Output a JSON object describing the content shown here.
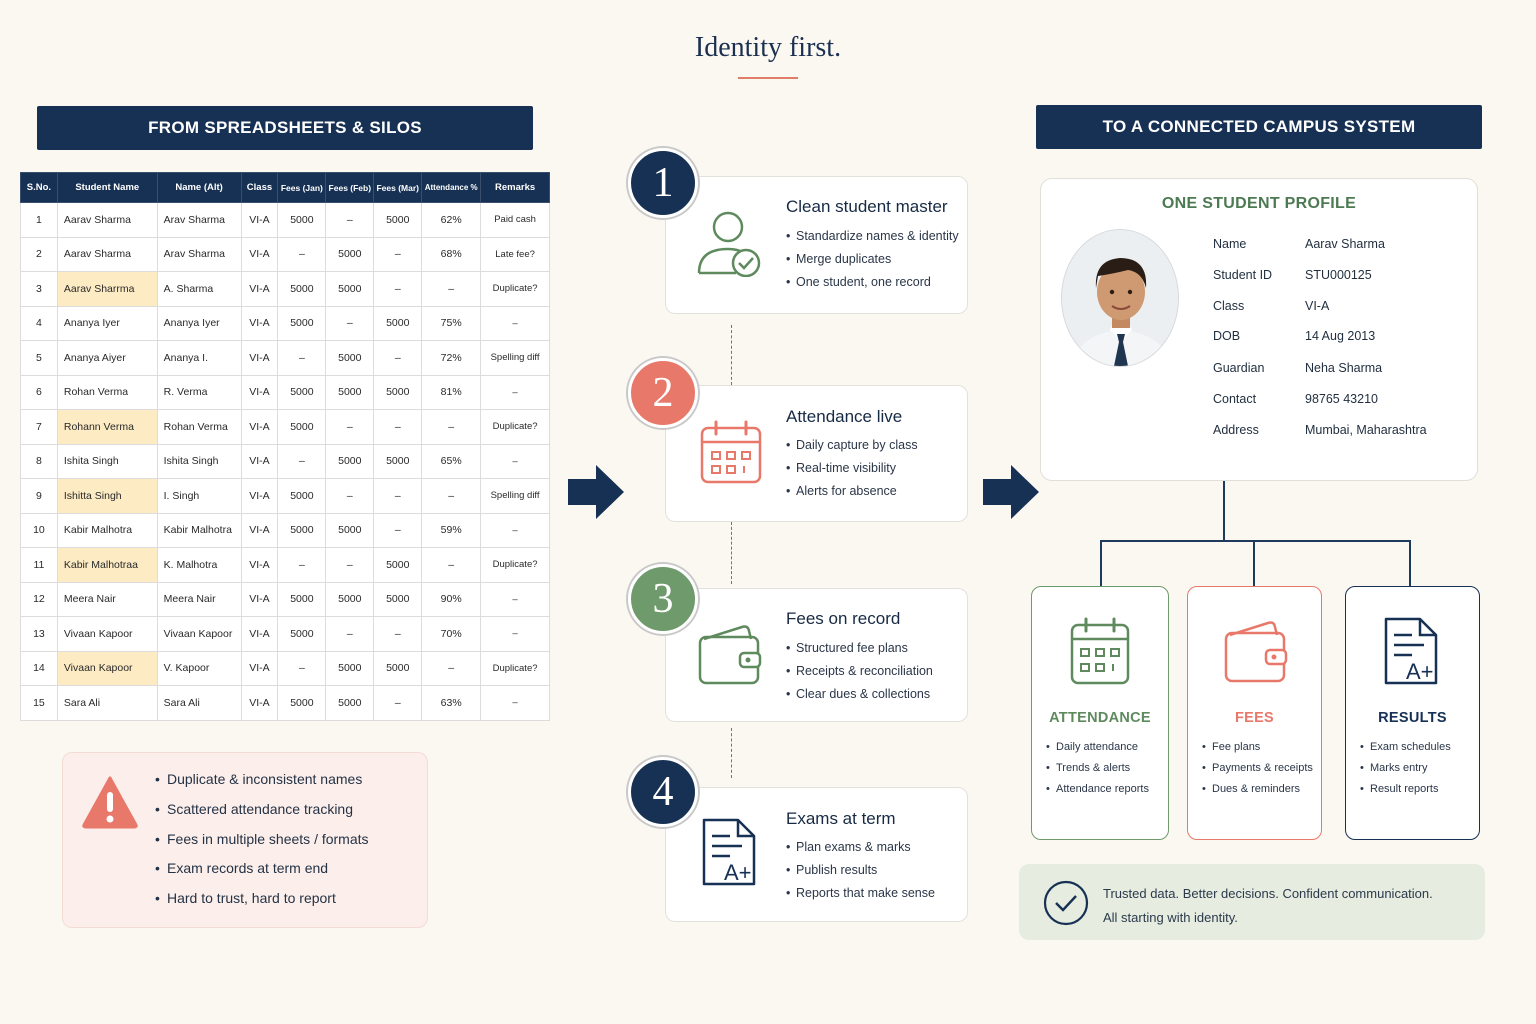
{
  "title": "Identity first.",
  "left_banner": "FROM SPREADSHEETS & SILOS",
  "right_banner": "TO A CONNECTED CAMPUS SYSTEM",
  "sheet": {
    "headers": [
      "S.No.",
      "Student Name",
      "Name (Alt)",
      "Class",
      "Fees (Jan)",
      "Fees (Feb)",
      "Fees (Mar)",
      "Attendance %",
      "Remarks"
    ],
    "rows": [
      {
        "sno": "1",
        "name": "Aarav  Sharma",
        "alt": "Arav  Sharma",
        "cls": "VI-A",
        "jan": "5000",
        "feb": "–",
        "mar": "5000",
        "att": "62%",
        "rem": "Paid cash",
        "hl": false
      },
      {
        "sno": "2",
        "name": "Aarav Sharma",
        "alt": "Arav Sharma",
        "cls": "VI-A",
        "jan": "–",
        "feb": "5000",
        "mar": "–",
        "att": "68%",
        "rem": "Late fee?",
        "hl": false
      },
      {
        "sno": "3",
        "name": "Aarav  Sharrma",
        "alt": "A. Sharma",
        "cls": "VI-A",
        "jan": "5000",
        "feb": "5000",
        "mar": "–",
        "att": "–",
        "rem": "Duplicate?",
        "hl": true
      },
      {
        "sno": "4",
        "name": "Ananya Iyer",
        "alt": "Ananya  Iyer",
        "cls": "VI-A",
        "jan": "5000",
        "feb": "–",
        "mar": "5000",
        "att": "75%",
        "rem": "–",
        "hl": false
      },
      {
        "sno": "5",
        "name": "Ananya   Aiyer",
        "alt": "Ananya I.",
        "cls": "VI-A",
        "jan": "–",
        "feb": "5000",
        "mar": "–",
        "att": "72%",
        "rem": "Spelling diff",
        "hl": false
      },
      {
        "sno": "6",
        "name": "Rohan Verma",
        "alt": "R. Verma",
        "cls": "VI-A",
        "jan": "5000",
        "feb": "5000",
        "mar": "5000",
        "att": "81%",
        "rem": "–",
        "hl": false
      },
      {
        "sno": "7",
        "name": "Rohann Verma",
        "alt": "Rohan Verma",
        "cls": "VI-A",
        "jan": "5000",
        "feb": "–",
        "mar": "–",
        "att": "–",
        "rem": "Duplicate?",
        "hl": true
      },
      {
        "sno": "8",
        "name": "Ishita   Singh",
        "alt": "Ishita Singh",
        "cls": "VI-A",
        "jan": "–",
        "feb": "5000",
        "mar": "5000",
        "att": "65%",
        "rem": "–",
        "hl": false
      },
      {
        "sno": "9",
        "name": "Ishitta   Singh",
        "alt": "I.   Singh",
        "cls": "VI-A",
        "jan": "5000",
        "feb": "–",
        "mar": "–",
        "att": "–",
        "rem": "Spelling diff",
        "hl": true
      },
      {
        "sno": "10",
        "name": "Kabir Malhotra",
        "alt": "Kabir  Malhotra",
        "cls": "VI-A",
        "jan": "5000",
        "feb": "5000",
        "mar": "–",
        "att": "59%",
        "rem": "–",
        "hl": false
      },
      {
        "sno": "11",
        "name": "Kabir  Malhotraa",
        "alt": "K. Malhotra",
        "cls": "VI-A",
        "jan": "–",
        "feb": "–",
        "mar": "5000",
        "att": "–",
        "rem": "Duplicate?",
        "hl": true
      },
      {
        "sno": "12",
        "name": "Meera Nair",
        "alt": "Meera   Nair",
        "cls": "VI-A",
        "jan": "5000",
        "feb": "5000",
        "mar": "5000",
        "att": "90%",
        "rem": "–",
        "hl": false
      },
      {
        "sno": "13",
        "name": "Vivaan  Kapoor",
        "alt": "Vivaan Kapoor",
        "cls": "VI-A",
        "jan": "5000",
        "feb": "–",
        "mar": "–",
        "att": "70%",
        "rem": "–",
        "hl": false
      },
      {
        "sno": "14",
        "name": "Vivaan Kapoor",
        "alt": "V. Kapoor",
        "cls": "VI-A",
        "jan": "–",
        "feb": "5000",
        "mar": "5000",
        "att": "–",
        "rem": "Duplicate?",
        "hl": true
      },
      {
        "sno": "15",
        "name": "Sara    Ali",
        "alt": "Sara Ali",
        "cls": "VI-A",
        "jan": "5000",
        "feb": "5000",
        "mar": "–",
        "att": "63%",
        "rem": "–",
        "hl": false
      }
    ]
  },
  "issues": [
    "Duplicate & inconsistent names",
    "Scattered attendance tracking",
    "Fees in multiple sheets / formats",
    "Exam records at term end",
    "Hard to trust, hard to report"
  ],
  "steps": [
    {
      "number": "1",
      "title": "Clean student master",
      "items": [
        "Standardize names & identity",
        "Merge duplicates",
        "One student, one record"
      ],
      "color": "#173154"
    },
    {
      "number": "2",
      "title": "Attendance live",
      "items": [
        "Daily capture by class",
        "Real-time visibility",
        "Alerts for absence"
      ],
      "color": "#e8796a"
    },
    {
      "number": "3",
      "title": "Fees on record",
      "items": [
        "Structured fee plans",
        "Receipts & reconciliation",
        "Clear dues & collections"
      ],
      "color": "#6f9a6b"
    },
    {
      "number": "4",
      "title": "Exams at term",
      "items": [
        "Plan exams & marks",
        "Publish results",
        "Reports that make sense"
      ],
      "color": "#173154"
    }
  ],
  "profile": {
    "heading": "ONE STUDENT PROFILE",
    "fields": [
      {
        "k": "Name",
        "v": "Aarav Sharma"
      },
      {
        "k": "Student ID",
        "v": "STU000125"
      },
      {
        "k": "Class",
        "v": "VI-A"
      },
      {
        "k": "DOB",
        "v": "14 Aug 2013"
      },
      {
        "k": "Guardian",
        "v": "Neha Sharma"
      },
      {
        "k": "Contact",
        "v": "98765 43210"
      },
      {
        "k": "Address",
        "v": "Mumbai, Maharashtra"
      }
    ]
  },
  "modules": [
    {
      "title": "ATTENDANCE",
      "items": [
        "Daily attendance",
        "Trends & alerts",
        "Attendance reports"
      ],
      "color": "#5f8a5e"
    },
    {
      "title": "FEES",
      "items": [
        "Fee plans",
        "Payments & receipts",
        "Dues & reminders"
      ],
      "color": "#e8796a"
    },
    {
      "title": "RESULTS",
      "items": [
        "Exam schedules",
        "Marks entry",
        "Result reports"
      ],
      "color": "#173154"
    }
  ],
  "note": {
    "line1": "Trusted data. Better decisions. Confident communication.",
    "line2": "All starting with identity."
  },
  "icons": [
    "warning-icon",
    "user-check-icon",
    "calendar-icon",
    "wallet-icon",
    "exam-document-icon",
    "check-circle-icon",
    "arrow-right-icon"
  ]
}
